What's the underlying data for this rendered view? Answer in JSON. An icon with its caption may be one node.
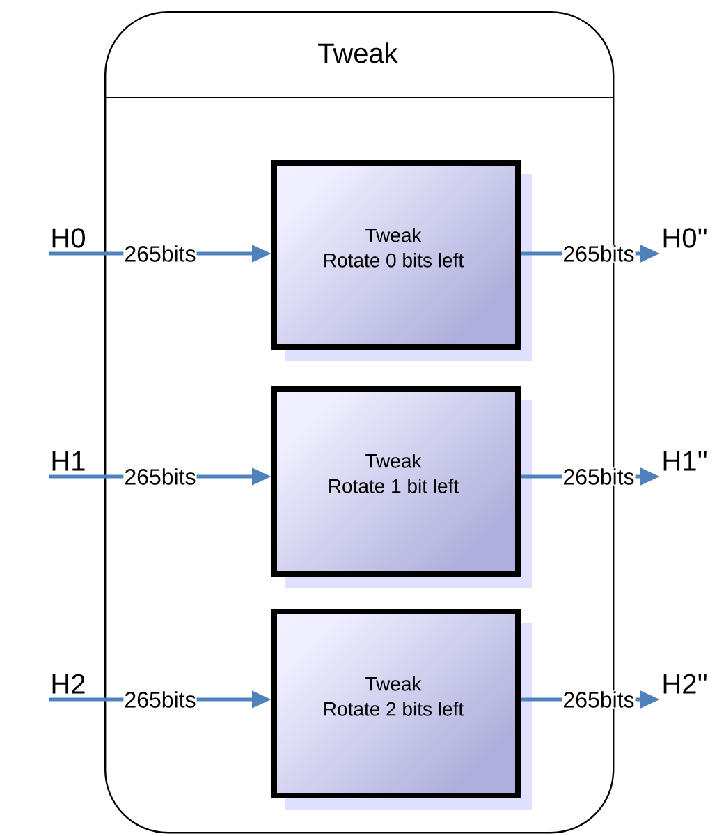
{
  "diagram": {
    "nodes": [
      {
        "text": [
          "Tweak"
        ]
      },
      {
        "text": [
          "Tweak",
          "Rotate 0 bits left"
        ],
        "in": 0
      },
      {
        "text": [
          "Tweak",
          "Rotate 1 bit left"
        ],
        "in": 0
      },
      {
        "text": [
          "Tweak",
          "Rotate 2 bits left"
        ],
        "in": 0
      },
      {
        "text": [
          "H0"
        ]
      },
      {
        "text": [
          "H1"
        ]
      },
      {
        "text": [
          "H2"
        ]
      },
      {
        "text": [
          "H0''"
        ]
      },
      {
        "text": [
          "H1''"
        ]
      },
      {
        "text": [
          "H2''"
        ]
      }
    ],
    "edges": [
      {
        "from": 4,
        "to": 1,
        "arrow": "to",
        "label": "265bits"
      },
      {
        "from": 1,
        "to": 7,
        "arrow": "to",
        "label": "265bits"
      },
      {
        "from": 5,
        "to": 2,
        "arrow": "to",
        "label": "265bits"
      },
      {
        "from": 2,
        "to": 8,
        "arrow": "to",
        "label": "265bits"
      },
      {
        "from": 6,
        "to": 3,
        "arrow": "to",
        "label": "265bits"
      },
      {
        "from": 3,
        "to": 9,
        "arrow": "to",
        "label": "265bits"
      }
    ]
  }
}
